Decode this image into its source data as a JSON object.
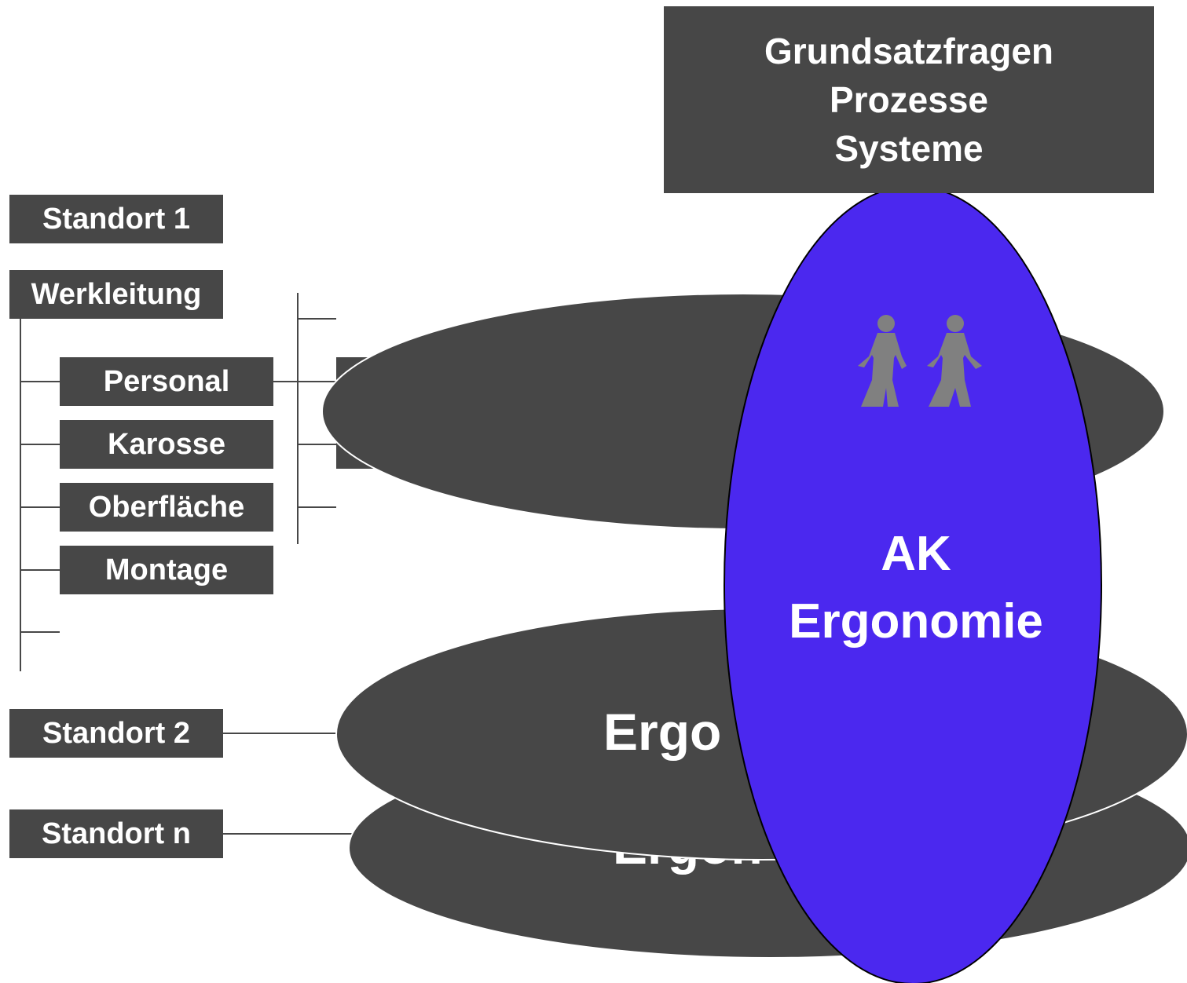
{
  "top_box": {
    "lines": [
      "Grundsatzfragen",
      "Prozesse",
      "Systeme"
    ]
  },
  "sites": {
    "standort_1": "Standort 1",
    "werkleitung": "Werkleitung",
    "departments": [
      "Personal",
      "Karosse",
      "Oberfläche",
      "Montage"
    ],
    "standort_2": "Standort 2",
    "standort_n": "Standort n"
  },
  "ellipses": {
    "middle_label": "Ergo",
    "bottom_label": "Ergon"
  },
  "ak": {
    "line1": "AK",
    "line2": "Ergonomie",
    "icon": "people-icon"
  },
  "colors": {
    "box": "#474747",
    "ellipse": "#474747",
    "ak_ellipse": "#4b28ef",
    "people_icon": "#808080",
    "connector": "#474747"
  }
}
